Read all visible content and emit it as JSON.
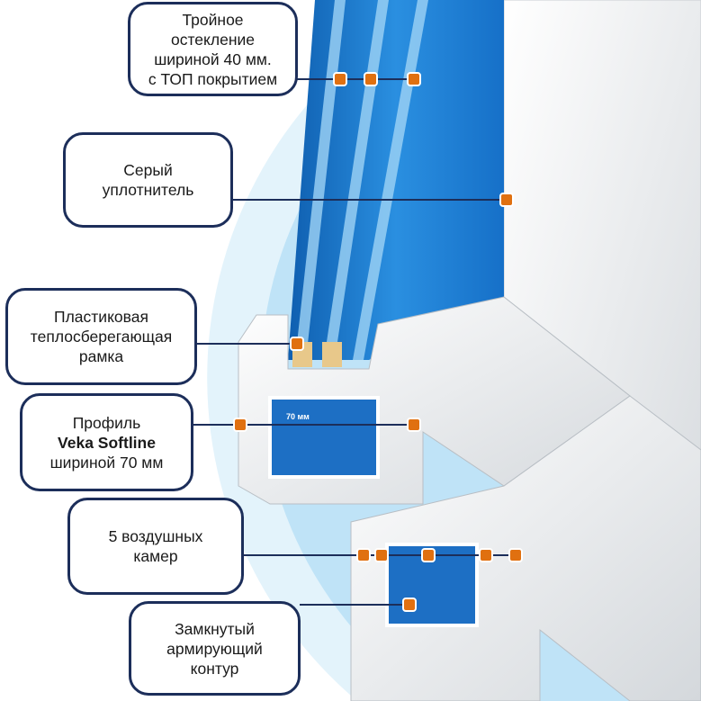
{
  "callouts": [
    {
      "id": "triple-glazing",
      "lines": [
        "Тройное",
        "остекление",
        "шириной 40 мм.",
        "с ТОП покрытием"
      ]
    },
    {
      "id": "gray-seal",
      "lines": [
        "Серый",
        "уплотнитель"
      ]
    },
    {
      "id": "spacer-frame",
      "lines": [
        "Пластиковая",
        "теплосберегающая",
        "рамка"
      ]
    },
    {
      "id": "profile",
      "lines": [
        "Профиль",
        "Veka Softline",
        "шириной 70 мм"
      ]
    },
    {
      "id": "air-chambers",
      "lines": [
        "5 воздушных",
        "камер"
      ]
    },
    {
      "id": "reinforcement",
      "lines": [
        "Замкнутый",
        "армирующий",
        "контур"
      ]
    }
  ],
  "dimension_label": "70 мм",
  "colors": {
    "border": "#1c2e5a",
    "marker": "#e07010",
    "glass": "#1e7fd0",
    "background_arc": "#bfe3f7"
  }
}
